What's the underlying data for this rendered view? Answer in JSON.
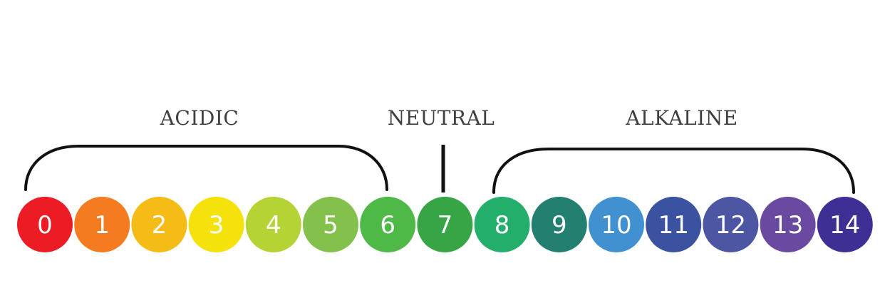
{
  "labels": {
    "acidic": "ACIDIC",
    "neutral": "NEUTRAL",
    "alkaline": "ALKALINE"
  },
  "scale": [
    {
      "value": "0",
      "color": "#ec1c24"
    },
    {
      "value": "1",
      "color": "#f47b20"
    },
    {
      "value": "2",
      "color": "#f5bb16"
    },
    {
      "value": "3",
      "color": "#f5e10b"
    },
    {
      "value": "4",
      "color": "#b4d334"
    },
    {
      "value": "5",
      "color": "#84c14c"
    },
    {
      "value": "6",
      "color": "#4fb948"
    },
    {
      "value": "7",
      "color": "#37a546"
    },
    {
      "value": "8",
      "color": "#23ae6c"
    },
    {
      "value": "9",
      "color": "#238070"
    },
    {
      "value": "10",
      "color": "#4190d0"
    },
    {
      "value": "11",
      "color": "#3a529f"
    },
    {
      "value": "12",
      "color": "#4d56a3"
    },
    {
      "value": "13",
      "color": "#6a4aa0"
    },
    {
      "value": "14",
      "color": "#3e2f95"
    }
  ],
  "colors": {
    "line": "#111111",
    "label_text": "#3f3f3f",
    "number_text": "#ffffff"
  }
}
